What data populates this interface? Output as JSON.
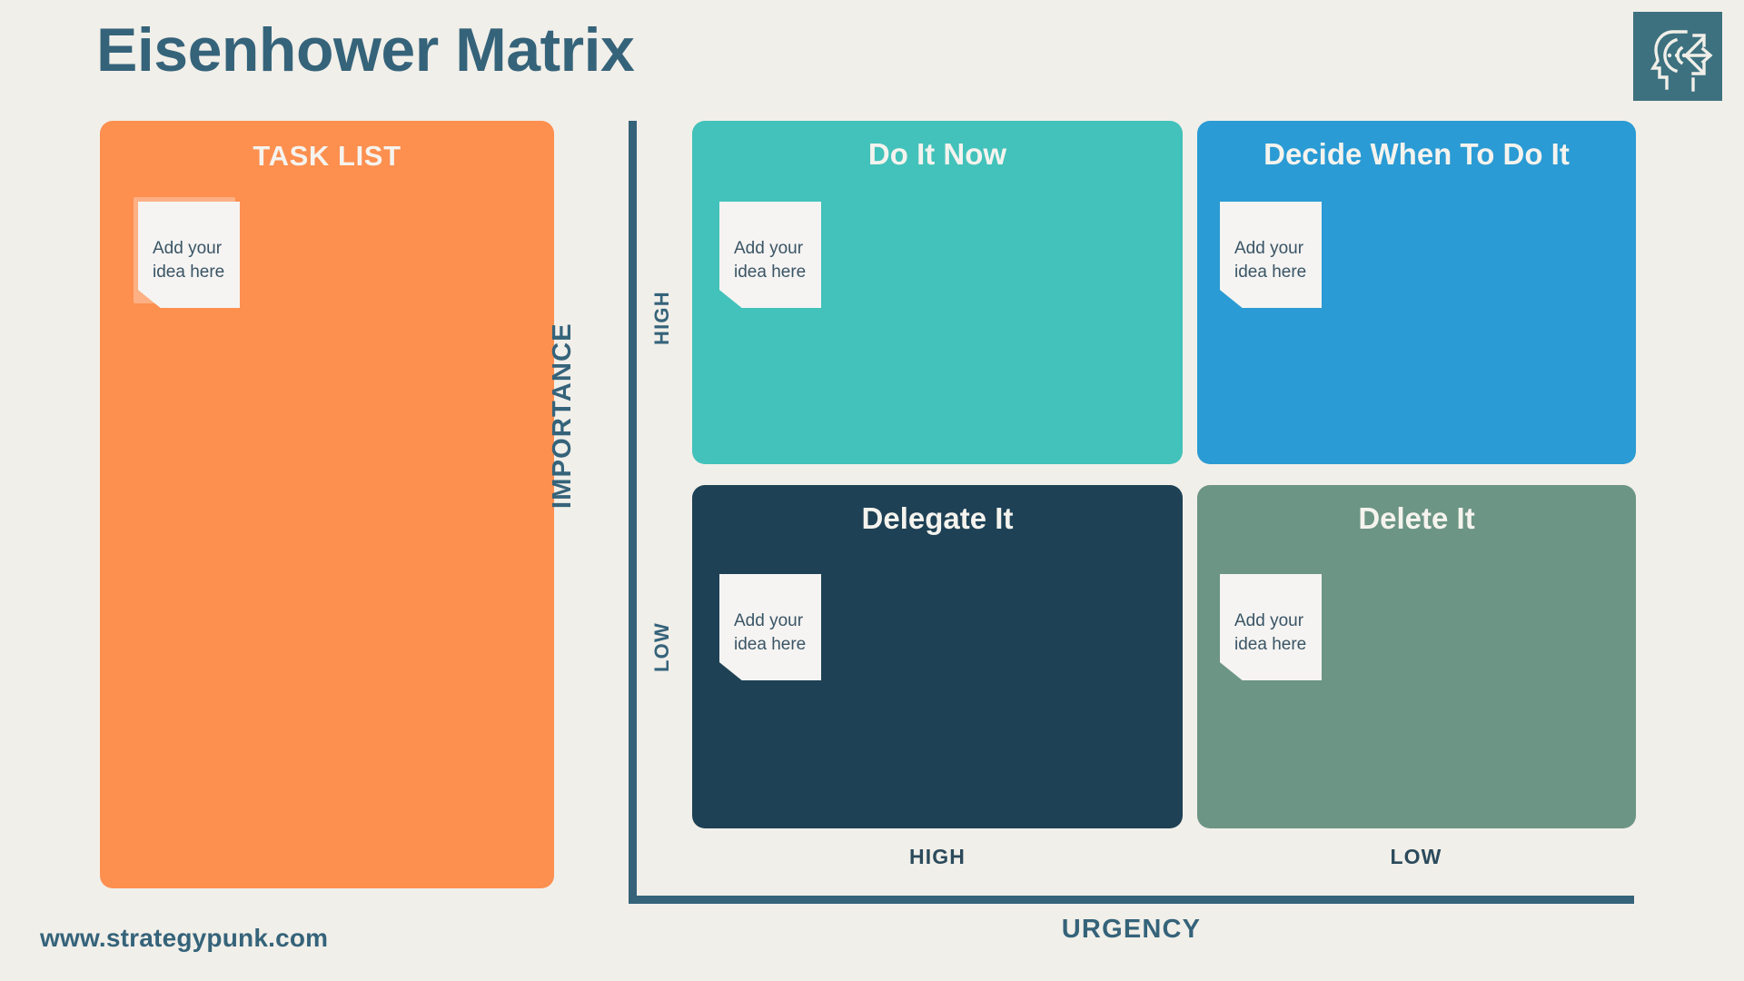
{
  "slide": {
    "title": "Eisenhower Matrix",
    "background_color": "#f1efe9",
    "footer_url": "www.strategypunk.com"
  },
  "logo": {
    "icon_name": "head-strategy-arrows-icon",
    "background_color": "#3d717f",
    "stroke_color": "#f1efe9"
  },
  "task_panel": {
    "title": "TASK LIST",
    "color": "#fd8f4f",
    "note": {
      "text": "Add your\nidea here"
    }
  },
  "axes": {
    "y": {
      "label": "IMPORTANCE",
      "ticks": [
        "HIGH",
        "LOW"
      ]
    },
    "x": {
      "label": "URGENCY",
      "ticks": [
        "HIGH",
        "LOW"
      ]
    },
    "line_color": "#35637a"
  },
  "quadrants": [
    {
      "key": "q1",
      "title": "Do It Now",
      "color": "#42c2ba",
      "urgency": "HIGH",
      "importance": "HIGH",
      "note": {
        "text": "Add your\nidea here"
      }
    },
    {
      "key": "q2",
      "title": "Decide When To Do It",
      "color": "#2a9bd4",
      "urgency": "LOW",
      "importance": "HIGH",
      "note": {
        "text": "Add your\nidea here"
      }
    },
    {
      "key": "q3",
      "title": "Delegate It",
      "color": "#1e4155",
      "urgency": "HIGH",
      "importance": "LOW",
      "note": {
        "text": "Add your\nidea here"
      }
    },
    {
      "key": "q4",
      "title": "Delete It",
      "color": "#6c9585",
      "urgency": "LOW",
      "importance": "LOW",
      "note": {
        "text": "Add your\nidea here"
      }
    }
  ]
}
